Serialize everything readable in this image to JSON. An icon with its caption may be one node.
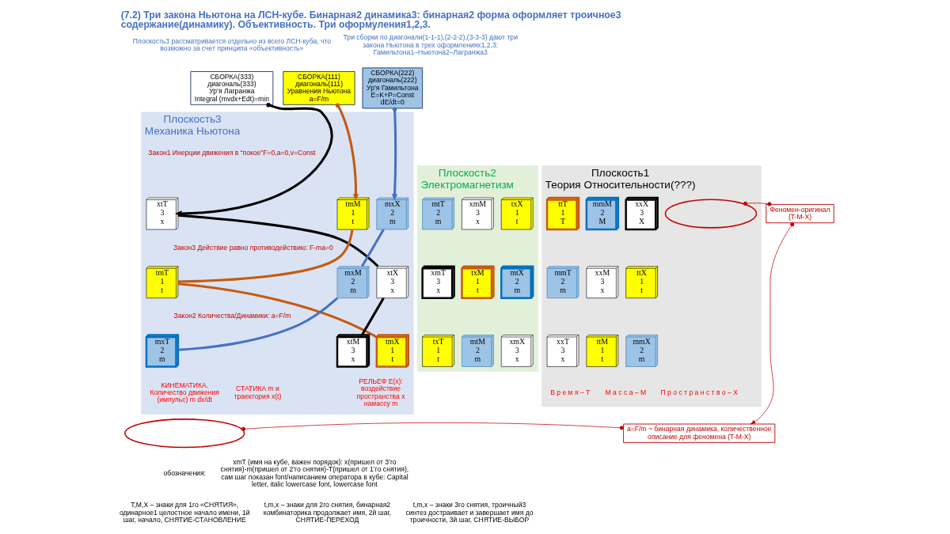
{
  "diagram": {
    "title": "(7.2) Три закона Ньютона на ЛСН-кубе. Бинарная2 динамика3: бинарная2 форма оформляет троичное3 содержание(динамику). Объективность. Три оформуления1,2,3.",
    "nodes": [
      {
        "text": [
          "СБОРКА(333)",
          "диагональ(333)",
          "Ур’я Лагранжа",
          "Integral (mvdx+Edt)=min"
        ]
      },
      {
        "text": [
          "СБОРКА(111)",
          "диагональ(111)",
          "Уравнения Ньютона",
          "a=F/m"
        ]
      },
      {
        "text": [
          "СБОРКА(222)",
          "диагональ(222)",
          "Ур’я Гамильтона",
          "E=K+P=Const",
          "dE/dt=0"
        ]
      },
      {
        "text": [
          "Плоскость3",
          "Механика Ньютона"
        ]
      },
      {
        "text": [
          "xtT",
          "3",
          "x"
        ],
        "in": 3
      },
      {
        "text": [
          "tmM",
          "1",
          "t"
        ],
        "in": 3
      },
      {
        "text": [
          "mxX",
          "2",
          "m"
        ],
        "in": 3
      },
      {
        "text": [
          "tmT",
          "1",
          "t"
        ],
        "in": 3
      },
      {
        "text": [
          "mxM",
          "2",
          "m"
        ],
        "in": 3
      },
      {
        "text": [
          "xtX",
          "3",
          "x"
        ],
        "in": 3
      },
      {
        "text": [
          "mxT",
          "2",
          "m"
        ],
        "in": 3
      },
      {
        "text": [
          "xtM",
          "3",
          "x"
        ],
        "in": 3
      },
      {
        "text": [
          "tmX",
          "1",
          "t"
        ],
        "in": 3
      },
      {
        "text": [],
        "shape": "ellipse"
      },
      {
        "text": [
          "Плоскость2",
          "Электромагнетизм"
        ]
      },
      {
        "text": [
          "mtT",
          "2",
          "m"
        ],
        "in": 14
      },
      {
        "text": [
          "xmM",
          "3",
          "x"
        ],
        "in": 14
      },
      {
        "text": [
          "txX",
          "1",
          "t"
        ],
        "in": 14
      },
      {
        "text": [
          "xmT",
          "3",
          "x"
        ],
        "in": 14
      },
      {
        "text": [
          "txM",
          "1",
          "t"
        ],
        "in": 14
      },
      {
        "text": [
          "mtX",
          "2",
          "m"
        ],
        "in": 14
      },
      {
        "text": [
          "txT",
          "1",
          "t"
        ],
        "in": 14
      },
      {
        "text": [
          "mtM",
          "2",
          "m"
        ],
        "in": 14
      },
      {
        "text": [
          "xmX",
          "3",
          "x"
        ],
        "in": 14
      },
      {
        "text": [
          "Плоскость1",
          "Теория Относительности(???)"
        ]
      },
      {
        "text": [],
        "shape": "ellipse",
        "in": 24
      },
      {
        "text": [
          "ttT",
          "1",
          "T"
        ],
        "in": 24
      },
      {
        "text": [
          "mmM",
          "2",
          "M"
        ],
        "in": 24
      },
      {
        "text": [
          "xxX",
          "3",
          "X"
        ],
        "in": 24
      },
      {
        "text": [
          "mmT",
          "2",
          "m"
        ],
        "in": 24
      },
      {
        "text": [
          "xxM",
          "3",
          "x"
        ],
        "in": 24
      },
      {
        "text": [
          "ttX",
          "1",
          "t"
        ],
        "in": 24
      },
      {
        "text": [
          "xxT",
          "3",
          "x"
        ],
        "in": 24
      },
      {
        "text": [
          "ttM",
          "1",
          "t"
        ],
        "in": 24
      },
      {
        "text": [
          "mmX",
          "2",
          "m"
        ],
        "in": 24
      },
      {
        "text": [
          "Феномен-оригинал",
          "(T-M-X)"
        ]
      },
      {
        "text": [
          "a=F/m ~ бинарная динамика, количественное описание для феномена (T-M-X)"
        ]
      }
    ],
    "edges": [
      {
        "from": 0,
        "to": 4,
        "arrow": "to"
      },
      {
        "from": 4,
        "to": 9,
        "arrow": "none"
      },
      {
        "from": 9,
        "to": 11,
        "arrow": "none"
      },
      {
        "from": 1,
        "to": 5,
        "arrow": "to",
        "color": "#c55a11"
      },
      {
        "from": 5,
        "to": 7,
        "arrow": "none",
        "color": "#c55a11"
      },
      {
        "from": 7,
        "to": 12,
        "arrow": "none",
        "color": "#c55a11"
      },
      {
        "from": 2,
        "to": 6,
        "arrow": "to",
        "color": "#4472c4"
      },
      {
        "from": 6,
        "to": 8,
        "arrow": "none",
        "color": "#4472c4"
      },
      {
        "from": 8,
        "to": 10,
        "arrow": "none",
        "color": "#4472c4"
      },
      {
        "from": 25,
        "to": 35,
        "arrow": "other",
        "color": "#c00000"
      },
      {
        "from": 35,
        "to": 36,
        "arrow": "to",
        "color": "#c00000"
      },
      {
        "from": 13,
        "to": 36,
        "arrow": "other",
        "color": "#c00000"
      }
    ],
    "labels": [
      "Плоскость3 рассматривается отдельно из всего ЛСН-куба, что возможно за счет принципа «объективность»",
      "Три сборки по диагонали(1-1-1),(2-2-2),(3-3-3) дают три закона Ньютона в трех оформлениях1,2,3: Гамильтона1–Ньютона2–Лагранжа3",
      "Закон1 Инерции движения в “покое”F=0,a=0,v=Const",
      "Закон3 Действие равно противодействию: F-ma=0",
      "Закон2 Количества/Динамики: a=F/m",
      "КИНЕМАТИКА. Количество движения (импульс) m dx/dt",
      "СТАТИКА m и траектория x(t)",
      "РЕЛЬЕФ E(x): воздействие пространства x намассу m",
      "В р е м я – T",
      "М а с с а – M",
      "П р о с т р а н с т в о – X",
      "обозначения:",
      "xmT (имя на кубе, важен порядок): x(пришел от 3’го снятия)-m(пришел от 2’го снятия)-T(пришел от 1’го снятия), сам шаг показан font/написанием оператора в кубе: Capital letter, italic lowercase font, lowercase font",
      "T,M,X – знаки для 1го «СНЯТИЯ», одинарное1 целостное начало имени, 1й шаг, начало, СНЯТИЕ-СТАНОВЛЕНИЕ",
      "t,m,x – знаки для 2го снятия, бинарная2 комбинаторика продолжает имя, 2й шаг, СНЯТИЕ-ПЕРЕХОД",
      "t,m,x – знаки 3го снятия, троичный3 синтез достраивает и завершает имя до троичности, 3й шаг, СНЯТИЕ-ВЫБОР"
    ]
  }
}
